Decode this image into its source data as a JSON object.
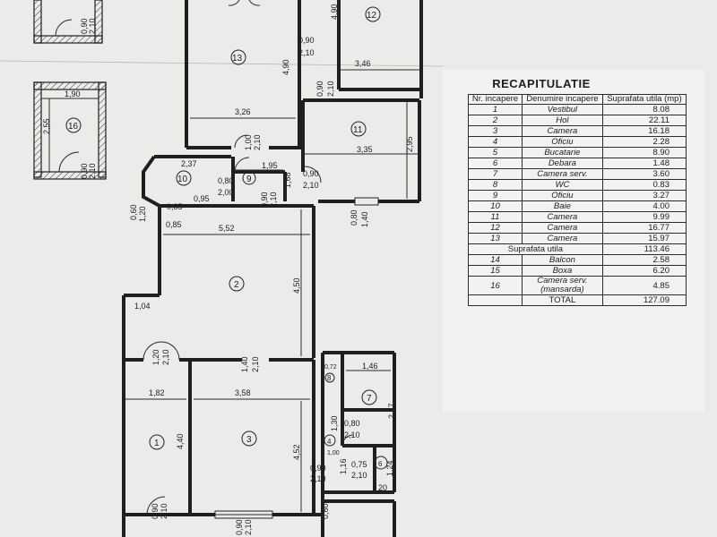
{
  "plan": {
    "room_numbers": [
      "1",
      "2",
      "3",
      "4",
      "6",
      "7",
      "8",
      "9",
      "10",
      "11",
      "12",
      "13",
      "16"
    ],
    "dimensions": {
      "d_090_top": "0,90",
      "d_210_top": "2,10",
      "d_490_a": "4,90",
      "d_090_b": "0,90",
      "d_210_b": "2,10",
      "d_490_b": "4,90",
      "d_346": "3,46",
      "d_090_c": "0,90",
      "d_210_c": "2,10",
      "d_326": "3,26",
      "d_100": "1,00",
      "d_210_d": "2,10",
      "d_335": "3,35",
      "d_295": "2,95",
      "d_237": "2,37",
      "d_195": "1,95",
      "d_090_d": "0,90",
      "d_210_e": "2,10",
      "d_080_a": "0,80",
      "d_200": "2,00",
      "d_168": "1,68",
      "d_095": "0,95",
      "d_085_a": "0,85",
      "d_060": "0,60",
      "d_120_a": "1,20",
      "d_090_e": "0,90",
      "d_210_f": "2,10",
      "d_080_b": "0,80",
      "d_140_a": "1,40",
      "d_085_b": "0,85",
      "d_552": "5,52",
      "d_450": "4,50",
      "d_104": "1,04",
      "d_120_b": "1,20",
      "d_210_g": "2,10",
      "d_140_b": "1,40",
      "d_210_h": "2,10",
      "d_182": "1,82",
      "d_358": "3,58",
      "d_440": "4,40",
      "d_452": "4,52",
      "d_072": "0,72",
      "d_146": "1,46",
      "d_247": "2,47",
      "d_130": "1,30",
      "d_080_c": "0,80",
      "d_210_i": "2,10",
      "d_100_b": "1,00",
      "d_116": "1,16",
      "d_090_f": "0,90",
      "d_210_j": "2,10",
      "d_075": "0,75",
      "d_210_k": "2,10",
      "d_124": "1,24",
      "d_20": "20",
      "d_090_g": "0,90",
      "d_210_l": "2,10",
      "d_060_b": "0,60",
      "d_190": "1,90",
      "d_255": "2,55",
      "d_090_h": "0,90",
      "d_210_m": "2,10",
      "d_090_i": "0,90",
      "d_210_n": "2,10"
    }
  },
  "recap": {
    "title": "RECAPITULATIE",
    "headers": [
      "Nr. incapere",
      "Denumire incapere",
      "Suprafata utila (mp)"
    ],
    "rows": [
      {
        "nr": "1",
        "name": "Vestibul",
        "area": "8.08"
      },
      {
        "nr": "2",
        "name": "Hol",
        "area": "22.11"
      },
      {
        "nr": "3",
        "name": "Camera",
        "area": "16.18"
      },
      {
        "nr": "4",
        "name": "Oficiu",
        "area": "2.28"
      },
      {
        "nr": "5",
        "name": "Bucatarie",
        "area": "8.90"
      },
      {
        "nr": "6",
        "name": "Debara",
        "area": "1.48"
      },
      {
        "nr": "7",
        "name": "Camera serv.",
        "area": "3.60"
      },
      {
        "nr": "8",
        "name": "WC",
        "area": "0.83"
      },
      {
        "nr": "9",
        "name": "Oficiu",
        "area": "3.27"
      },
      {
        "nr": "10",
        "name": "Baie",
        "area": "4.00"
      },
      {
        "nr": "11",
        "name": "Camera",
        "area": "9.99"
      },
      {
        "nr": "12",
        "name": "Camera",
        "area": "16.77"
      },
      {
        "nr": "13",
        "name": "Camera",
        "area": "15.97"
      }
    ],
    "subtotal_label": "Suprafata utila",
    "subtotal_value": "113.46",
    "extra_rows": [
      {
        "nr": "14",
        "name": "Balcon",
        "area": "2.58"
      },
      {
        "nr": "15",
        "name": "Boxa",
        "area": "6.20"
      }
    ],
    "row16": {
      "nr": "16",
      "name_line1": "Camera serv.",
      "name_line2": "(mansarda)",
      "area": "4.85"
    },
    "total_label": "TOTAL",
    "total_value": "127.09"
  }
}
